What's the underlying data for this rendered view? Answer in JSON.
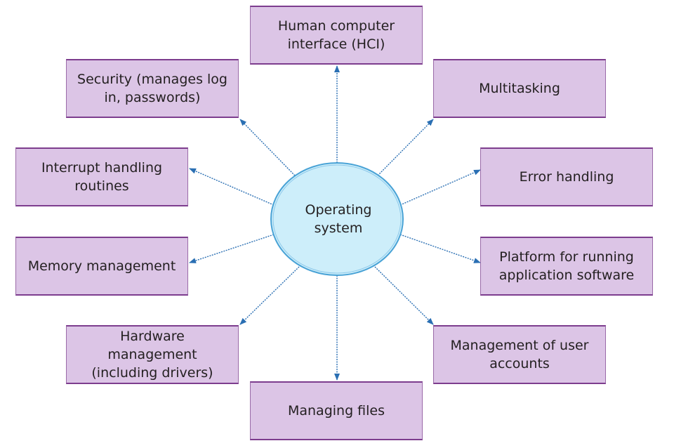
{
  "diagram": {
    "center": {
      "line1": "Operating",
      "line2": "system"
    },
    "nodes": {
      "hci": "Human computer interface (HCI)",
      "security": "Security (manages log in, passwords)",
      "multitasking": "Multitasking",
      "interrupts": "Interrupt handling routines",
      "errors": "Error handling",
      "memory": "Memory management",
      "platform": "Platform for running application software",
      "hardware": "Hardware management (including drivers)",
      "accounts": "Management of user accounts",
      "files": "Managing files"
    },
    "colors": {
      "box_fill": "#dcc5e6",
      "box_border": "#7d3d8e",
      "ellipse_fill": "#cdeefa",
      "ellipse_stroke": "#4aa3d6",
      "arrow": "#2a6fb3"
    }
  }
}
